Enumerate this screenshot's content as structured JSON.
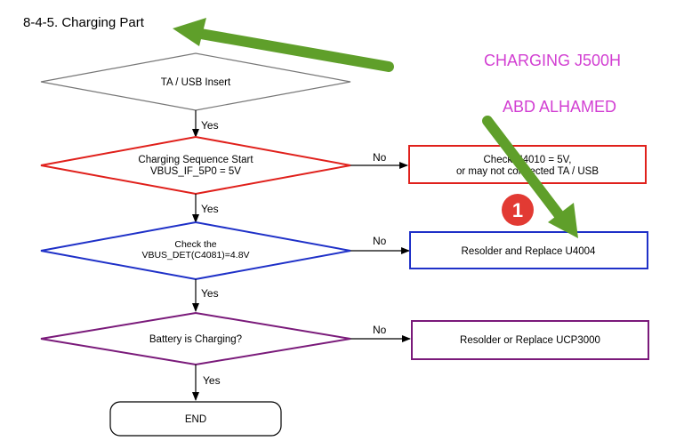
{
  "title": "8-4-5.  Charging  Part",
  "annotations": {
    "model": "CHARGING J500H",
    "author": "ABD ALHAMED",
    "marker": "1"
  },
  "colors": {
    "gray": "#777777",
    "red": "#e0201b",
    "blue": "#1f31c8",
    "purple": "#7a1a7a",
    "arrow_green": "#5f9f2a",
    "annotation_magenta": "#d23fd2",
    "marker_red": "#e23a33"
  },
  "nodes": {
    "ta_usb_insert": {
      "label": "TA  /  USB  Insert"
    },
    "charging_start": {
      "line1": "Charging  Sequence  Start",
      "line2": "VBUS_IF_5P0  =  5V"
    },
    "check_vbus_det": {
      "line1": "Check  the",
      "line2": "VBUS_DET(C4081)=4.8V"
    },
    "battery_charging": {
      "label": "Battery  is  Charging?"
    },
    "end": {
      "label": "END"
    },
    "check_box": {
      "line1": "Check  U4010  =  5V,",
      "line2": "or  may  not  connected  TA  /  USB"
    },
    "resolder_u4004": {
      "label": "Resolder  and  Replace  U4004"
    },
    "resolder_ucp3000": {
      "label": "Resolder  or  Replace  UCP3000"
    }
  },
  "edges": {
    "yes1": "Yes",
    "yes2": "Yes",
    "yes3": "Yes",
    "yes4": "Yes",
    "no1": "No",
    "no2": "No",
    "no3": "No"
  }
}
